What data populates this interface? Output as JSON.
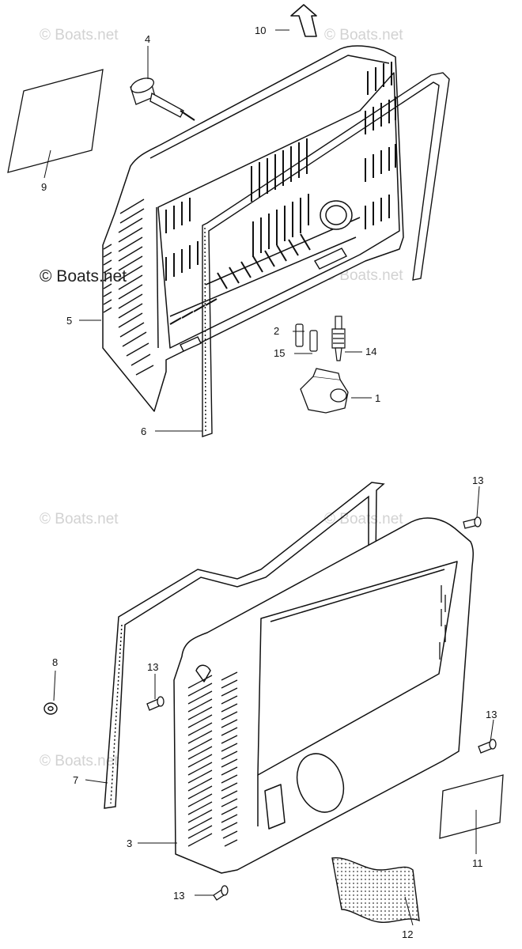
{
  "watermark": {
    "text": "© Boats.net",
    "dark_text": "© Boats.net"
  },
  "callouts": [
    {
      "id": "10",
      "text": "10"
    },
    {
      "id": "4",
      "text": "4"
    },
    {
      "id": "9",
      "text": "9"
    },
    {
      "id": "5",
      "text": "5"
    },
    {
      "id": "2",
      "text": "2"
    },
    {
      "id": "15",
      "text": "15"
    },
    {
      "id": "14",
      "text": "14"
    },
    {
      "id": "1",
      "text": "1"
    },
    {
      "id": "6",
      "text": "6"
    },
    {
      "id": "13a",
      "text": "13"
    },
    {
      "id": "8",
      "text": "8"
    },
    {
      "id": "13b",
      "text": "13"
    },
    {
      "id": "13c",
      "text": "13"
    },
    {
      "id": "7",
      "text": "7"
    },
    {
      "id": "3",
      "text": "3"
    },
    {
      "id": "11",
      "text": "11"
    },
    {
      "id": "13d",
      "text": "13"
    },
    {
      "id": "12",
      "text": "12"
    }
  ]
}
